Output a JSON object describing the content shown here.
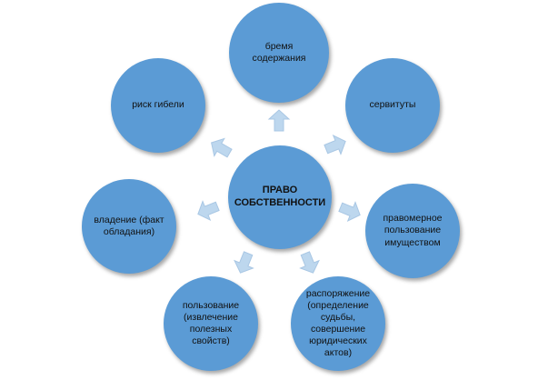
{
  "diagram": {
    "center": {
      "label": "ПРАВО СОБСТВЕННОСТИ"
    },
    "nodes": [
      {
        "id": "top",
        "label": "бремя содержания"
      },
      {
        "id": "upper-right",
        "label": "сервитуты"
      },
      {
        "id": "right",
        "label": "правомерное пользование имуществом"
      },
      {
        "id": "lower-right",
        "label": "распоряжение (определение судьбы, совершение юридических актов)"
      },
      {
        "id": "lower-left",
        "label": "пользование (извлечение полезных свойств)"
      },
      {
        "id": "left",
        "label": "владение (факт обладания)"
      },
      {
        "id": "upper-left",
        "label": "риск гибели"
      }
    ],
    "colors": {
      "circle": "#5b9bd5",
      "arrow": "#bdd7ee"
    }
  }
}
